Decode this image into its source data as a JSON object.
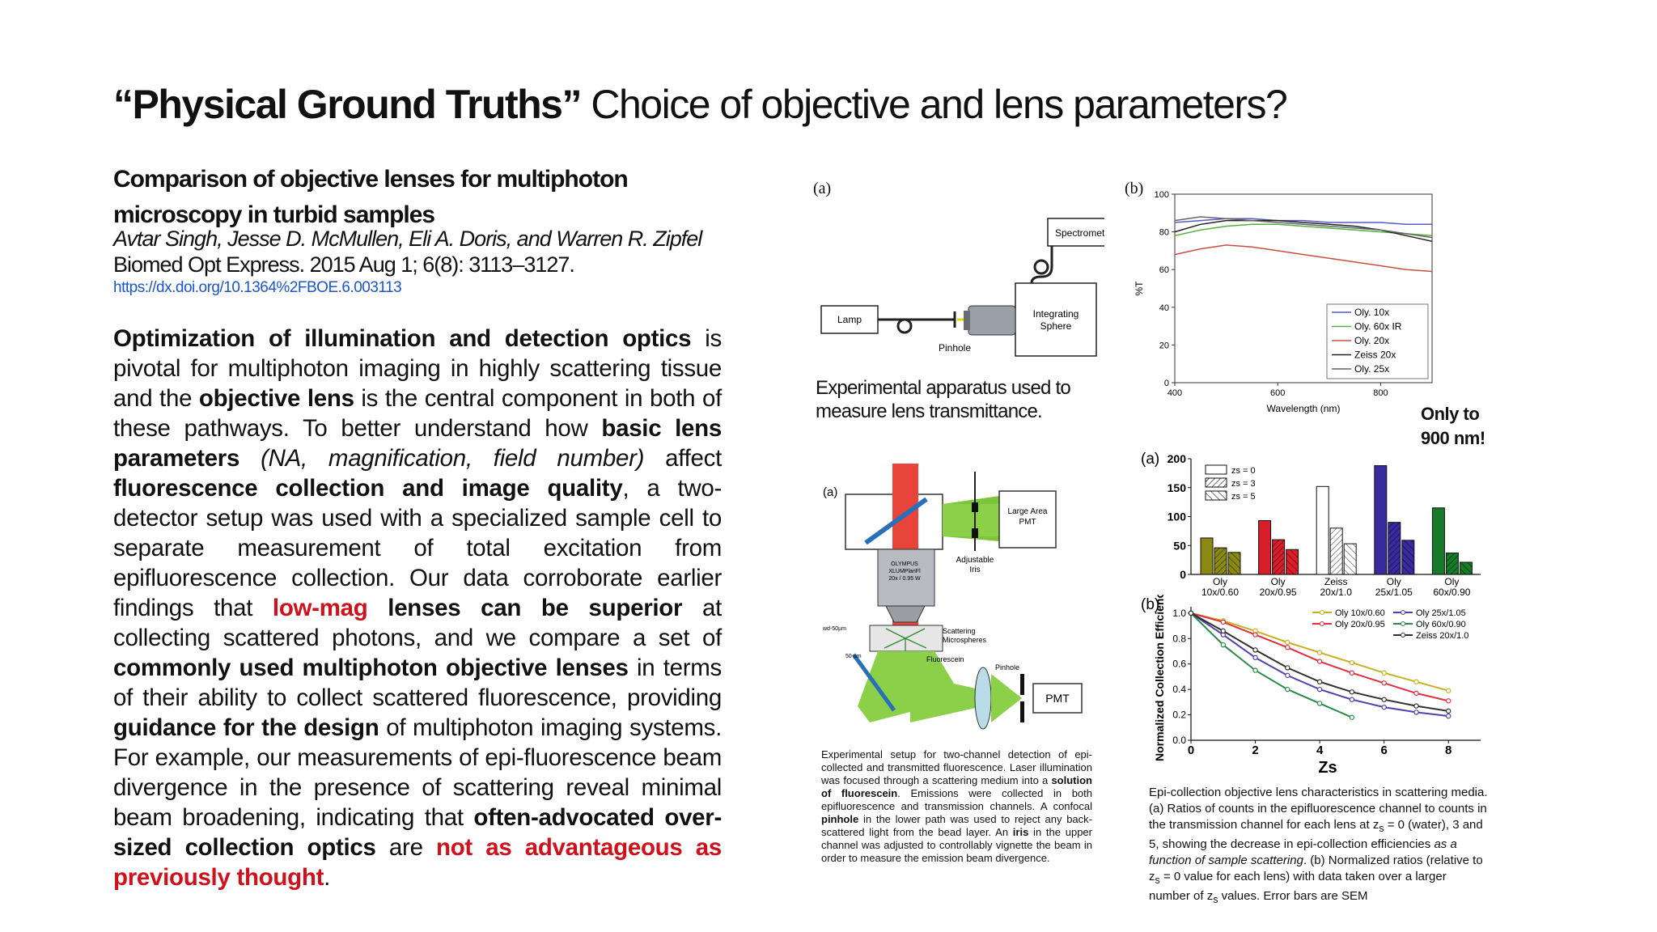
{
  "slide": {
    "title_bold": "“Physical Ground Truths”",
    "title_rest": " Choice of objective and lens parameters?"
  },
  "paper": {
    "title": "Comparison of objective lenses for multiphoton microscopy in turbid samples",
    "authors": "Avtar Singh, Jesse D. McMullen, Eli A. Doris, and Warren R. Zipfel",
    "journal": "Biomed Opt Express. 2015 Aug 1; 6(8): 3113–3127.",
    "doi": "https://dx.doi.org/10.1364%2FBOE.6.003113"
  },
  "abstract": {
    "s1": "Optimization of illumination and detection optics",
    "s2": " is pivotal for multiphoton imaging in highly scattering tissue and the ",
    "s3": "objective lens",
    "s4": " is the central component in both of these pathways. To better understand how ",
    "s5": "basic lens parameters",
    "s6": " ",
    "s7": "(NA, magnification, field number)",
    "s8": " affect ",
    "s9": "fluorescence collection and image quality",
    "s10": ", a two-detector setup was used with a specialized sample cell to separate measurement of total excitation from epifluorescence collection. Our data corroborate earlier findings that ",
    "s11": "low-mag",
    "s12": " ",
    "s13": "lenses can be superior",
    "s14": " at collecting scattered photons, and we compare a set of ",
    "s15": "commonly used multiphoton objective lenses",
    "s16": " in terms of their ability to collect scattered fluorescence, providing ",
    "s17": "guidance for the design",
    "s18": " of multiphoton imaging systems. For example, our measurements of epi-fluorescence beam divergence in the presence of scattering reveal minimal beam broadening, indicating that ",
    "s19": "often-advocated over-sized collection optics",
    "s20": " are ",
    "s21": "not as advantageous as previously thought",
    "s22": "."
  },
  "fig1": {
    "label_a": "(a)",
    "label_b": "(b)",
    "spectrometer": "Spectrometer",
    "lamp": "Lamp",
    "sphere_1": "Integrating",
    "sphere_2": "Sphere",
    "pinhole": "Pinhole",
    "caption": "Experimental apparatus used to measure lens transmittance.",
    "note": "Only to 900 nm!"
  },
  "fig2": {
    "label_a": "(a)",
    "large_area_1": "Large Area",
    "large_area_2": "PMT",
    "iris_1": "Adjustable",
    "iris_2": "Iris",
    "obj_1": "OLYMPUS",
    "obj_2": "XLUMPlanFl",
    "obj_3": "20x / 0.95 W",
    "scatter_1": "Scattering",
    "scatter_2": "Microspheres",
    "wd": "wd-50µm",
    "um50": "50 µm",
    "fluorescein": "Fluorescein",
    "pinhole": "Pinhole",
    "pmt": "PMT",
    "caption_1": "Experimental setup for two-channel detection of epi-collected and transmitted fluorescence. Laser illumination was focused through a scattering medium into a ",
    "caption_2": "solution of fluorescein",
    "caption_3": ". Emissions were collected in both epifluorescence and transmission channels. A confocal ",
    "caption_4": "pinhole",
    "caption_5": " in the lower path was used to reject any back-scattered light from the bead layer. An ",
    "caption_6": "iris",
    "caption_7": " in the upper channel was adjusted to controllably vignette the beam in order to measure the emission beam divergence."
  },
  "fig3": {
    "caption_1": "Epi-collection objective lens characteristics in scattering media. (a) Ratios of counts in the epifluorescence channel to counts in the transmission channel for each lens at z",
    "caption_2": "s",
    "caption_3": " = 0 (water), 3 and 5, showing the decrease in epi-collection efficiencies ",
    "caption_4": "as a function of sample scattering",
    "caption_5": ". (b) Normalized ratios (relative to z",
    "caption_6": "s",
    "caption_7": " = 0 value for each lens) with data taken over a larger number of z",
    "caption_8": "s",
    "caption_9": " values. Error bars are SEM"
  },
  "chart_data": [
    {
      "type": "line",
      "label": "(b)",
      "xlabel": "Wavelength (nm)",
      "ylabel": "%T",
      "xlim": [
        400,
        900
      ],
      "ylim": [
        0,
        100
      ],
      "xticks": [
        400,
        600,
        800
      ],
      "yticks": [
        0,
        20,
        40,
        60,
        80,
        100
      ],
      "legend_position": "bottom-right",
      "x": [
        400,
        450,
        500,
        550,
        600,
        650,
        700,
        750,
        800,
        850,
        900
      ],
      "series": [
        {
          "name": "Oly. 10x",
          "color": "#5a5ac8",
          "values": [
            85,
            86,
            87,
            87,
            86,
            86,
            85,
            85,
            85,
            84,
            84
          ]
        },
        {
          "name": "Oly. 60x IR",
          "color": "#55b040",
          "values": [
            78,
            81,
            83,
            84,
            84,
            83,
            82,
            81,
            80,
            79,
            78
          ]
        },
        {
          "name": "Oly. 20x",
          "color": "#c85040",
          "values": [
            68,
            71,
            73,
            72,
            70,
            68,
            66,
            64,
            62,
            60,
            59
          ]
        },
        {
          "name": "Zeiss 20x",
          "color": "#222222",
          "values": [
            80,
            84,
            86,
            86,
            86,
            85,
            84,
            83,
            81,
            78,
            75
          ]
        },
        {
          "name": "Oly. 25x",
          "color": "#666666",
          "values": [
            86,
            88,
            87,
            86,
            85,
            84,
            83,
            82,
            81,
            79,
            77
          ]
        }
      ]
    },
    {
      "type": "bar",
      "label": "(a)",
      "categories": [
        "Oly 10x/0.60",
        "Oly 20x/0.95",
        "Zeiss 20x/1.0",
        "Oly 25x/1.05",
        "Oly 60x/0.90"
      ],
      "ylim": [
        0,
        200
      ],
      "yticks": [
        0,
        50,
        100,
        150,
        200
      ],
      "colors": [
        "#8a8a10",
        "#d81e2a",
        "#ffffff",
        "#3a2aa0",
        "#157a2a"
      ],
      "legend_position": "top-left",
      "series": [
        {
          "name": "zs = 0",
          "values": [
            63,
            93,
            152,
            188,
            115
          ]
        },
        {
          "name": "zs = 3",
          "values": [
            46,
            60,
            80,
            90,
            37
          ]
        },
        {
          "name": "zs = 5",
          "values": [
            38,
            43,
            53,
            59,
            21
          ]
        }
      ]
    },
    {
      "type": "line",
      "label": "(b)",
      "xlabel": "Zs",
      "ylabel": "Normalized Collection Efficiency",
      "xlim": [
        0,
        9
      ],
      "ylim": [
        0,
        1.05
      ],
      "xticks": [
        0,
        2,
        4,
        6,
        8
      ],
      "yticks": [
        0.0,
        0.2,
        0.4,
        0.6,
        0.8,
        1.0
      ],
      "legend_position": "top-right",
      "series": [
        {
          "name": "Oly 10x/0.60",
          "color": "#c8b020",
          "x": [
            0,
            1,
            2,
            3,
            4,
            5,
            6,
            7,
            8
          ],
          "values": [
            1.0,
            0.94,
            0.86,
            0.77,
            0.69,
            0.61,
            0.53,
            0.46,
            0.39
          ]
        },
        {
          "name": "Oly 20x/0.95",
          "color": "#e03040",
          "x": [
            0,
            1,
            2,
            3,
            4,
            5,
            6,
            7,
            8
          ],
          "values": [
            1.0,
            0.93,
            0.83,
            0.73,
            0.62,
            0.53,
            0.45,
            0.37,
            0.31
          ]
        },
        {
          "name": "Oly 25x/1.05",
          "color": "#5040b0",
          "x": [
            0,
            1,
            2,
            3,
            4,
            5,
            6,
            7,
            8
          ],
          "values": [
            1.0,
            0.83,
            0.65,
            0.51,
            0.4,
            0.32,
            0.26,
            0.22,
            0.19
          ]
        },
        {
          "name": "Oly 60x/0.90",
          "color": "#2a8a4a",
          "x": [
            0,
            1,
            2,
            3,
            4,
            5
          ],
          "values": [
            1.0,
            0.75,
            0.55,
            0.4,
            0.29,
            0.18
          ]
        },
        {
          "name": "Zeiss 20x/1.0",
          "color": "#303030",
          "x": [
            0,
            1,
            2,
            3,
            4,
            5,
            6,
            7,
            8
          ],
          "values": [
            1.0,
            0.86,
            0.71,
            0.57,
            0.46,
            0.38,
            0.32,
            0.27,
            0.23
          ]
        }
      ]
    }
  ]
}
